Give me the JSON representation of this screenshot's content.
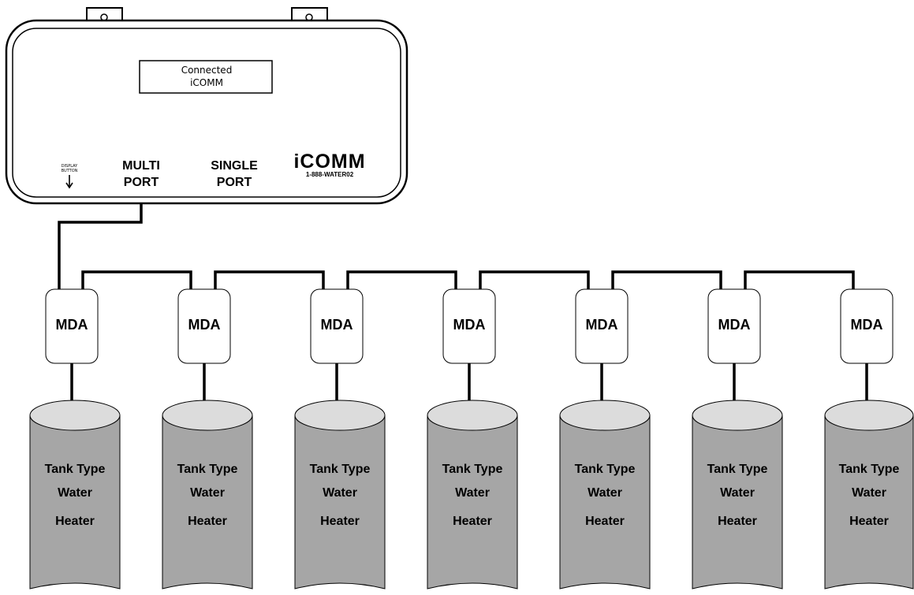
{
  "device": {
    "display": {
      "line1": "Connected",
      "line2": "iCOMM"
    },
    "display_button": {
      "line1": "DISPLAY",
      "line2": "BUTTON"
    },
    "multi_port": {
      "line1": "MULTI",
      "line2": "PORT"
    },
    "single_port": {
      "line1": "SINGLE",
      "line2": "PORT"
    },
    "brand": {
      "logo": "iCOMM",
      "phone": "1-888-WATER02"
    }
  },
  "units": [
    {
      "mda": "MDA",
      "tank": {
        "line1": "Tank Type",
        "line2": "Water",
        "line3": "Heater"
      }
    },
    {
      "mda": "MDA",
      "tank": {
        "line1": "Tank Type",
        "line2": "Water",
        "line3": "Heater"
      }
    },
    {
      "mda": "MDA",
      "tank": {
        "line1": "Tank Type",
        "line2": "Water",
        "line3": "Heater"
      }
    },
    {
      "mda": "MDA",
      "tank": {
        "line1": "Tank Type",
        "line2": "Water",
        "line3": "Heater"
      }
    },
    {
      "mda": "MDA",
      "tank": {
        "line1": "Tank Type",
        "line2": "Water",
        "line3": "Heater"
      }
    },
    {
      "mda": "MDA",
      "tank": {
        "line1": "Tank Type",
        "line2": "Water",
        "line3": "Heater"
      }
    },
    {
      "mda": "MDA",
      "tank": {
        "line1": "Tank Type",
        "line2": "Water",
        "line3": "Heater"
      }
    }
  ],
  "colors": {
    "tank_fill": "#a6a6a6",
    "tank_top": "#dcdcdc",
    "line": "#000000"
  }
}
